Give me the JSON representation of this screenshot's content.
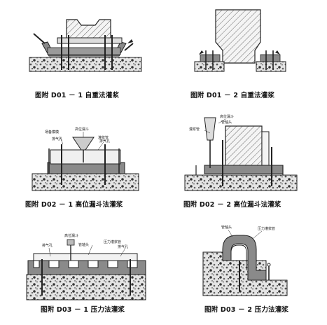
{
  "captions": {
    "d01_1": "图附 D01 － 1 自重法灌浆",
    "d01_2": "图附 D01 － 2 自重法灌浆",
    "d02_1": "图附 D02 － 1 高位漏斗法灌浆",
    "d02_2": "图附 D02 － 2 高位漏斗法灌浆",
    "d03_1": "图附 D03 － 1 压力法灌浆",
    "d03_2": "图附 D03 － 2 压力法灌浆"
  },
  "labels": {
    "d02_1": {
      "hopper": "高位漏斗",
      "mold": "场备模模",
      "vent_left": "排气孔",
      "vent_right": "排气孔",
      "grout_pipe": "灌浆管"
    },
    "d02_2": {
      "hopper": "高位漏斗",
      "pipe_head": "管轴头",
      "grout_pipe": "灌浆管"
    },
    "d03_1": {
      "hopper": "高位漏斗",
      "pipe_head": "管轴头",
      "pressure_pipe": "压力灌浆管",
      "vent_left": "排气孔",
      "vent_right": "排气孔"
    },
    "d03_2": {
      "pipe_head": "管轴头",
      "pressure_pipe": "压力灌浆管"
    }
  },
  "colors": {
    "grout": "#8a8a8a",
    "concrete": "#d9d9d9",
    "line": "#222222",
    "hatch": "#555555"
  }
}
